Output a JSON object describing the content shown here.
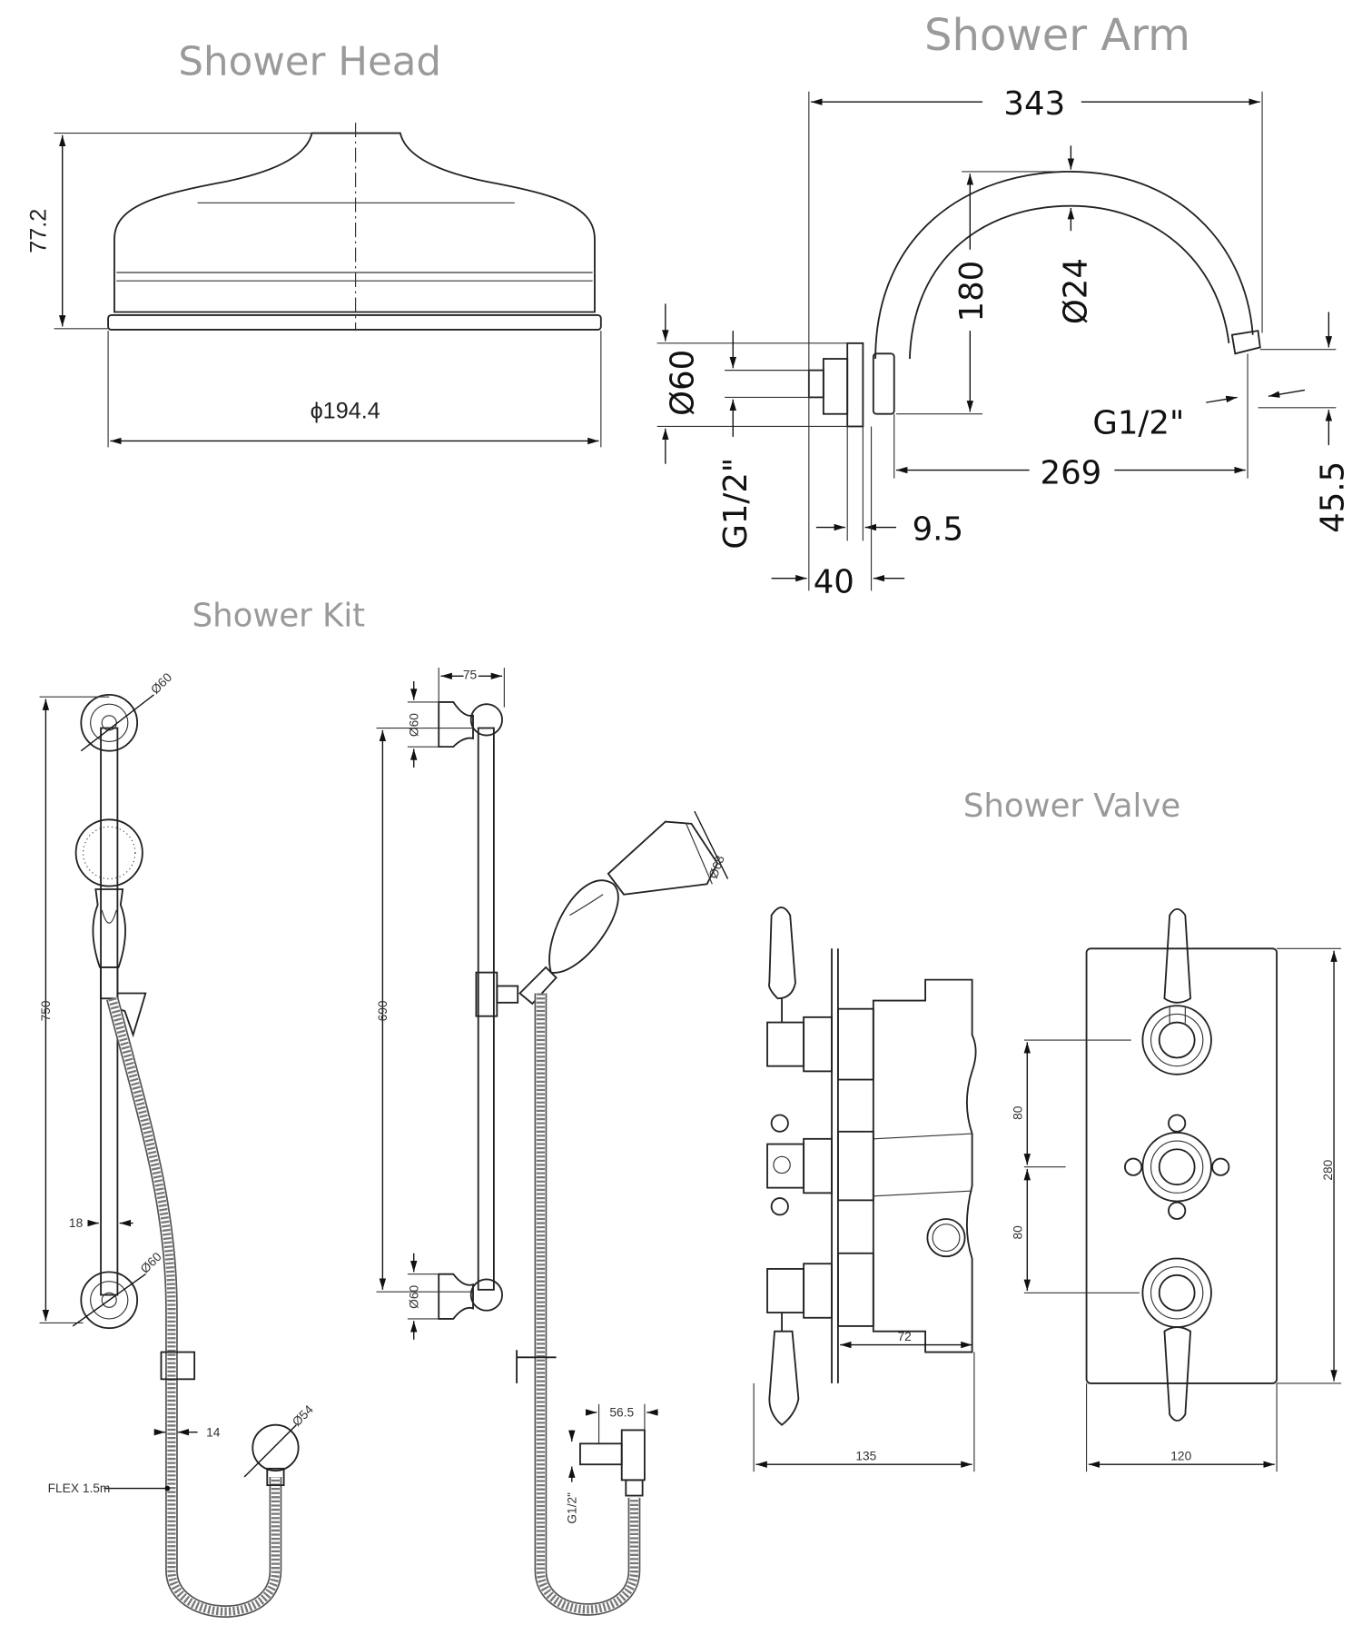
{
  "titles": {
    "shower_head": "Shower Head",
    "shower_arm": "Shower Arm",
    "shower_kit": "Shower Kit",
    "shower_valve": "Shower Valve"
  },
  "shower_head": {
    "height": "77.2",
    "diameter": "ϕ194.4"
  },
  "shower_arm": {
    "length_total": "343",
    "height": "180",
    "tube_diameter": "Ø24",
    "flange_diameter": "Ø60",
    "thread_wall": "G1/2\"",
    "thread_outlet": "G1/2\"",
    "reach": "269",
    "drop": "45.5",
    "flange_depth": "9.5",
    "projection": "40"
  },
  "shower_kit": {
    "front": {
      "rail_length": "750",
      "bracket_top": "Ø60",
      "bracket_bottom": "Ø60",
      "rail_diameter": "18",
      "hose_diameter": "14",
      "hose_label": "FLEX 1.5m",
      "outlet_diameter": "Ø54"
    },
    "side": {
      "projection": "75",
      "rail_centres": "690",
      "bracket_top": "Ø60",
      "bracket_bottom": "Ø60",
      "handset_diameter": "Ø68",
      "outlet_projection": "56.5",
      "outlet_thread": "G1/2\""
    }
  },
  "shower_valve": {
    "side_depth": "135",
    "body_depth": "72",
    "spacing_top": "80",
    "spacing_bottom": "80",
    "plate_height": "280",
    "plate_width": "120"
  }
}
